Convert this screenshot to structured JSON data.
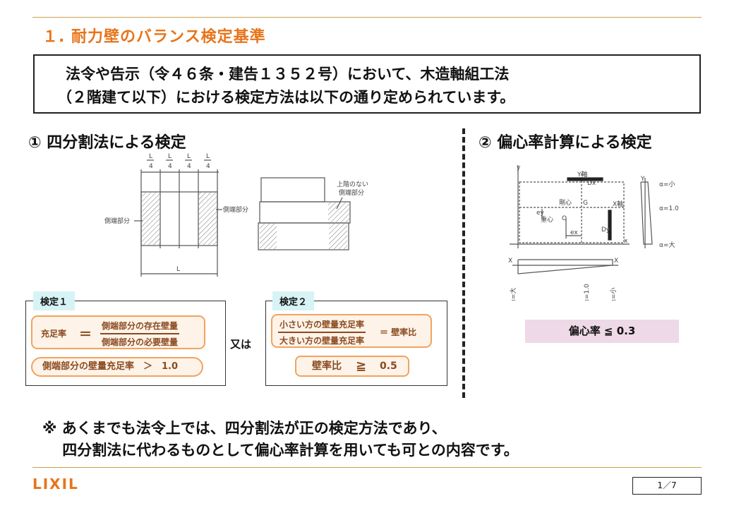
{
  "title": "１. 耐力壁のバランス検定基準",
  "intro": {
    "line1": "法令や告示（令４６条・建告１３５２号）において、木造軸組工法",
    "line2": "（２階建て以下）における検定方法は以下の通り定められています。"
  },
  "left": {
    "heading": "① 四分割法による検定",
    "diagram": {
      "quarter_label": "L",
      "quarter_den": "4",
      "full_label": "L",
      "side_label_a": "側端部分",
      "side_label_b": "側端部分",
      "upper_label_1": "上階のない",
      "upper_label_2": "側端部分"
    },
    "check1": {
      "tag": "検定１",
      "lhs": "充足率",
      "eq": "＝",
      "num": "側端部分の存在壁量",
      "den": "側端部分の必要壁量",
      "condition": "側端部分の壁量充足率　＞　1.0"
    },
    "or_label": "又は",
    "check2": {
      "tag": "検定２",
      "num": "小さい方の壁量充足率",
      "den": "大きい方の壁量充足率",
      "rhs": "＝ 壁率比",
      "condition_lhs": "壁率比",
      "condition_op": "≧",
      "condition_rhs": "0.5"
    }
  },
  "right": {
    "heading": "② 偏心率計算による検定",
    "diagram": {
      "y": "y",
      "x": "x",
      "y_axis": "Y軸",
      "x_axis": "X軸",
      "dx": "Dx",
      "dy": "Dy",
      "rigidity": "剛心",
      "g": "G",
      "gravity": "重心",
      "o": "O",
      "ex": "ex",
      "ey": "ey",
      "Y": "Y",
      "X": "X",
      "alpha_small": "α=小",
      "alpha_one": "α=1.0",
      "alpha_large": "α=大"
    },
    "criterion": "偏心率 ≦ 0.3"
  },
  "note": {
    "line1": "※ あくまでも法令上では、四分割法が正の検定方法であり、",
    "line2": "　 四分割法に代わるものとして偏心率計算を用いても可との内容です。"
  },
  "footer": {
    "logo": "LIXIL",
    "page": "1／7"
  }
}
